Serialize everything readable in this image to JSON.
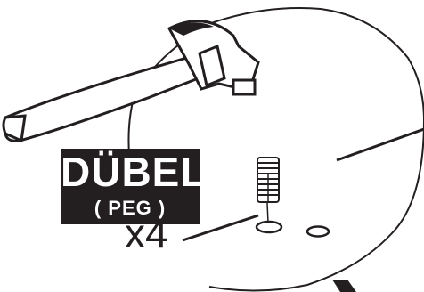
{
  "label": {
    "title": "DÜBEL",
    "subtitle": "( PEG )",
    "quantity": "x4"
  },
  "icons": [
    "hammer-icon",
    "dowel-peg-icon"
  ],
  "colors": {
    "ink": "#231f20",
    "label_background": "#231f20",
    "label_text": "#ffffff",
    "paper": "#ffffff"
  }
}
